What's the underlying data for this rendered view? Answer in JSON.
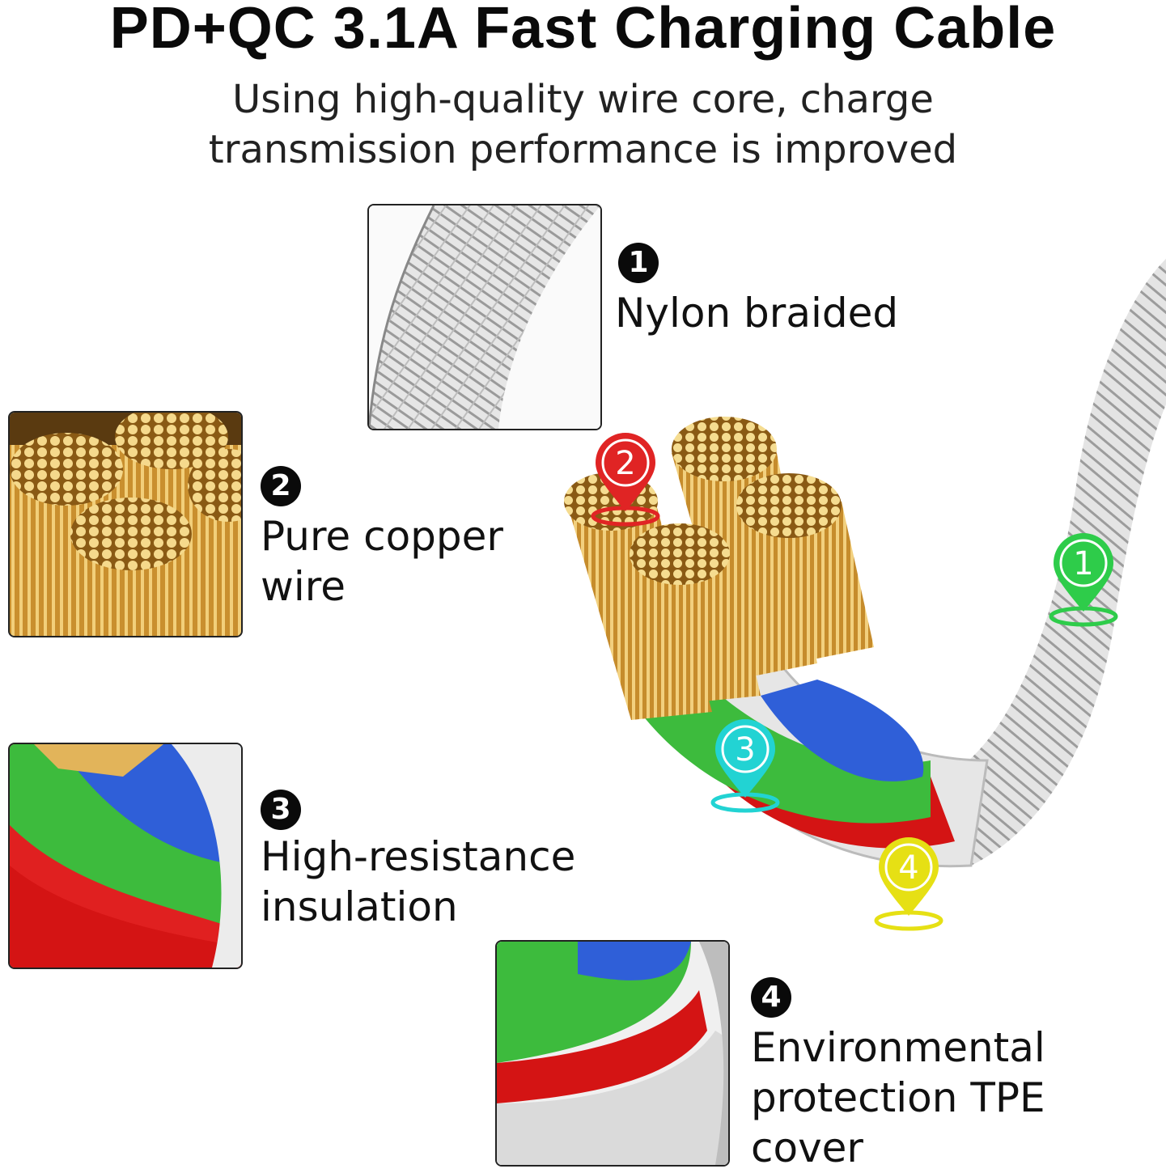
{
  "title": "PD+QC 3.1A Fast Charging Cable",
  "subtitle_line1": "Using high-quality wire core, charge",
  "subtitle_line2": "transmission performance is improved",
  "features": [
    {
      "number": "1",
      "label": "Nylon braided",
      "pin_color": "#2ecc4a"
    },
    {
      "number": "2",
      "label": "Pure copper\nwire",
      "pin_color": "#e02424"
    },
    {
      "number": "3",
      "label": "High-resistance\ninsulation",
      "pin_color": "#22d3d3"
    },
    {
      "number": "4",
      "label": "Environmental\nprotection TPE\ncover",
      "pin_color": "#e6e014"
    }
  ],
  "colors": {
    "copper": "#d9a441",
    "insulation_green": "#3cb83c",
    "insulation_blue": "#2f5fd8",
    "insulation_red": "#d81c1c",
    "tpe_white": "#e8e8e8",
    "braid_gray": "#c9c9c9"
  }
}
